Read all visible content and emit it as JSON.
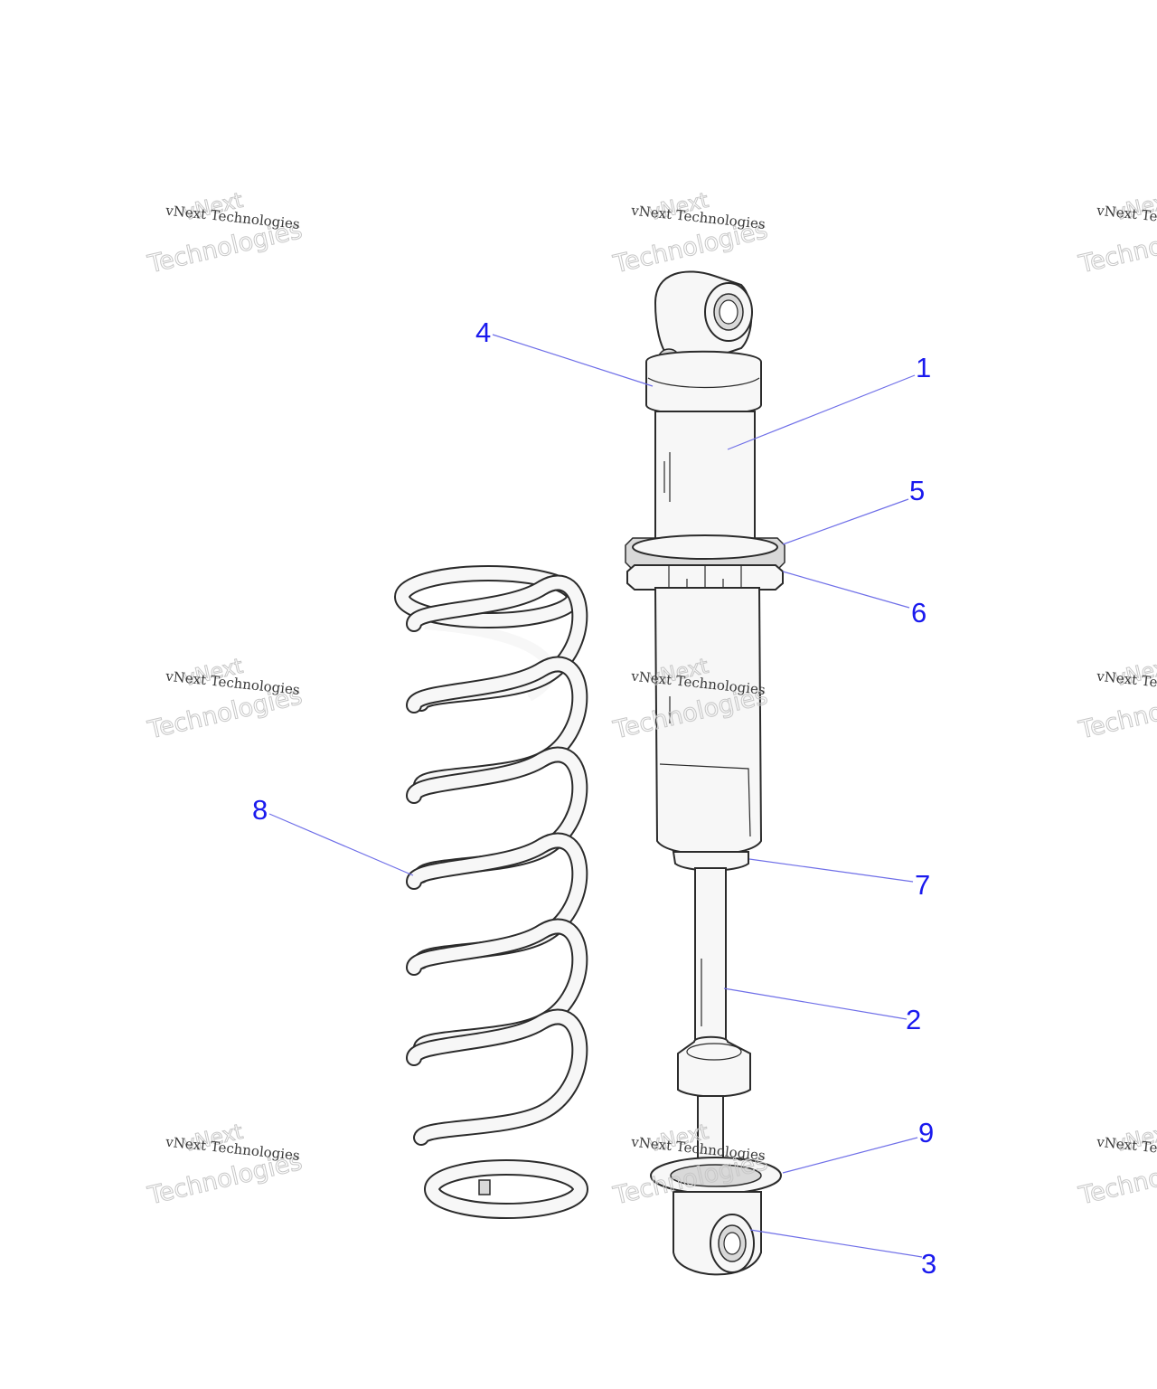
{
  "diagram": {
    "callouts": [
      {
        "id": "c1",
        "label": "1"
      },
      {
        "id": "c2",
        "label": "2"
      },
      {
        "id": "c3",
        "label": "3"
      },
      {
        "id": "c4",
        "label": "4"
      },
      {
        "id": "c5",
        "label": "5"
      },
      {
        "id": "c6",
        "label": "6"
      },
      {
        "id": "c7",
        "label": "7"
      },
      {
        "id": "c8",
        "label": "8"
      },
      {
        "id": "c9",
        "label": "9"
      }
    ],
    "callout_color": "#1a1aee",
    "leader_color": "#6f6fe8"
  },
  "watermark": {
    "line1": "vNext Technologies",
    "line2": "Technologies",
    "line3": "vNext"
  }
}
